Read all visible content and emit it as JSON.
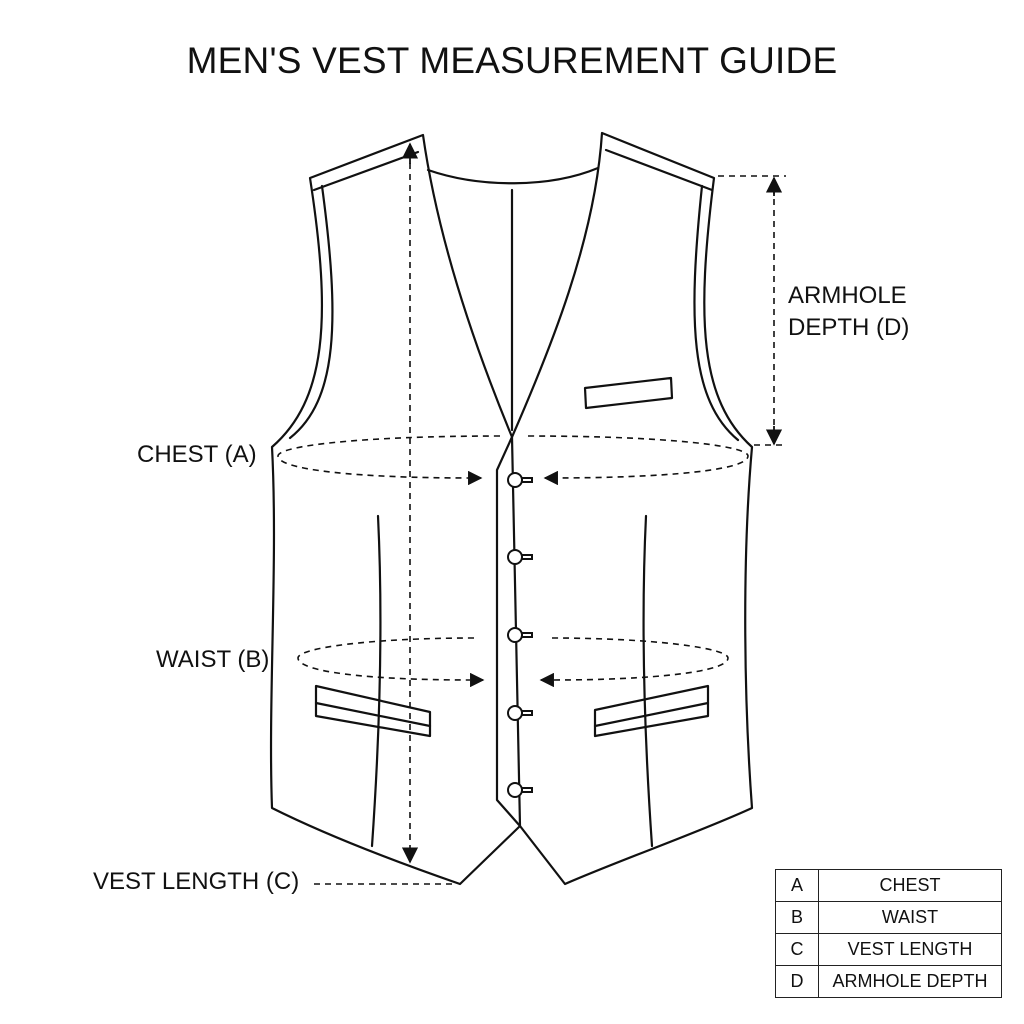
{
  "title": "MEN'S VEST MEASUREMENT GUIDE",
  "labels": {
    "chest": "CHEST (A)",
    "waist": "WAIST (B)",
    "vest_length": "VEST LENGTH (C)",
    "armhole_line1": "ARMHOLE",
    "armhole_line2": "DEPTH (D)"
  },
  "legend": [
    {
      "key": "A",
      "name": "CHEST"
    },
    {
      "key": "B",
      "name": "WAIST"
    },
    {
      "key": "C",
      "name": "VEST LENGTH"
    },
    {
      "key": "D",
      "name": "ARMHOLE DEPTH"
    }
  ],
  "colors": {
    "line": "#111111",
    "background": "#ffffff"
  }
}
